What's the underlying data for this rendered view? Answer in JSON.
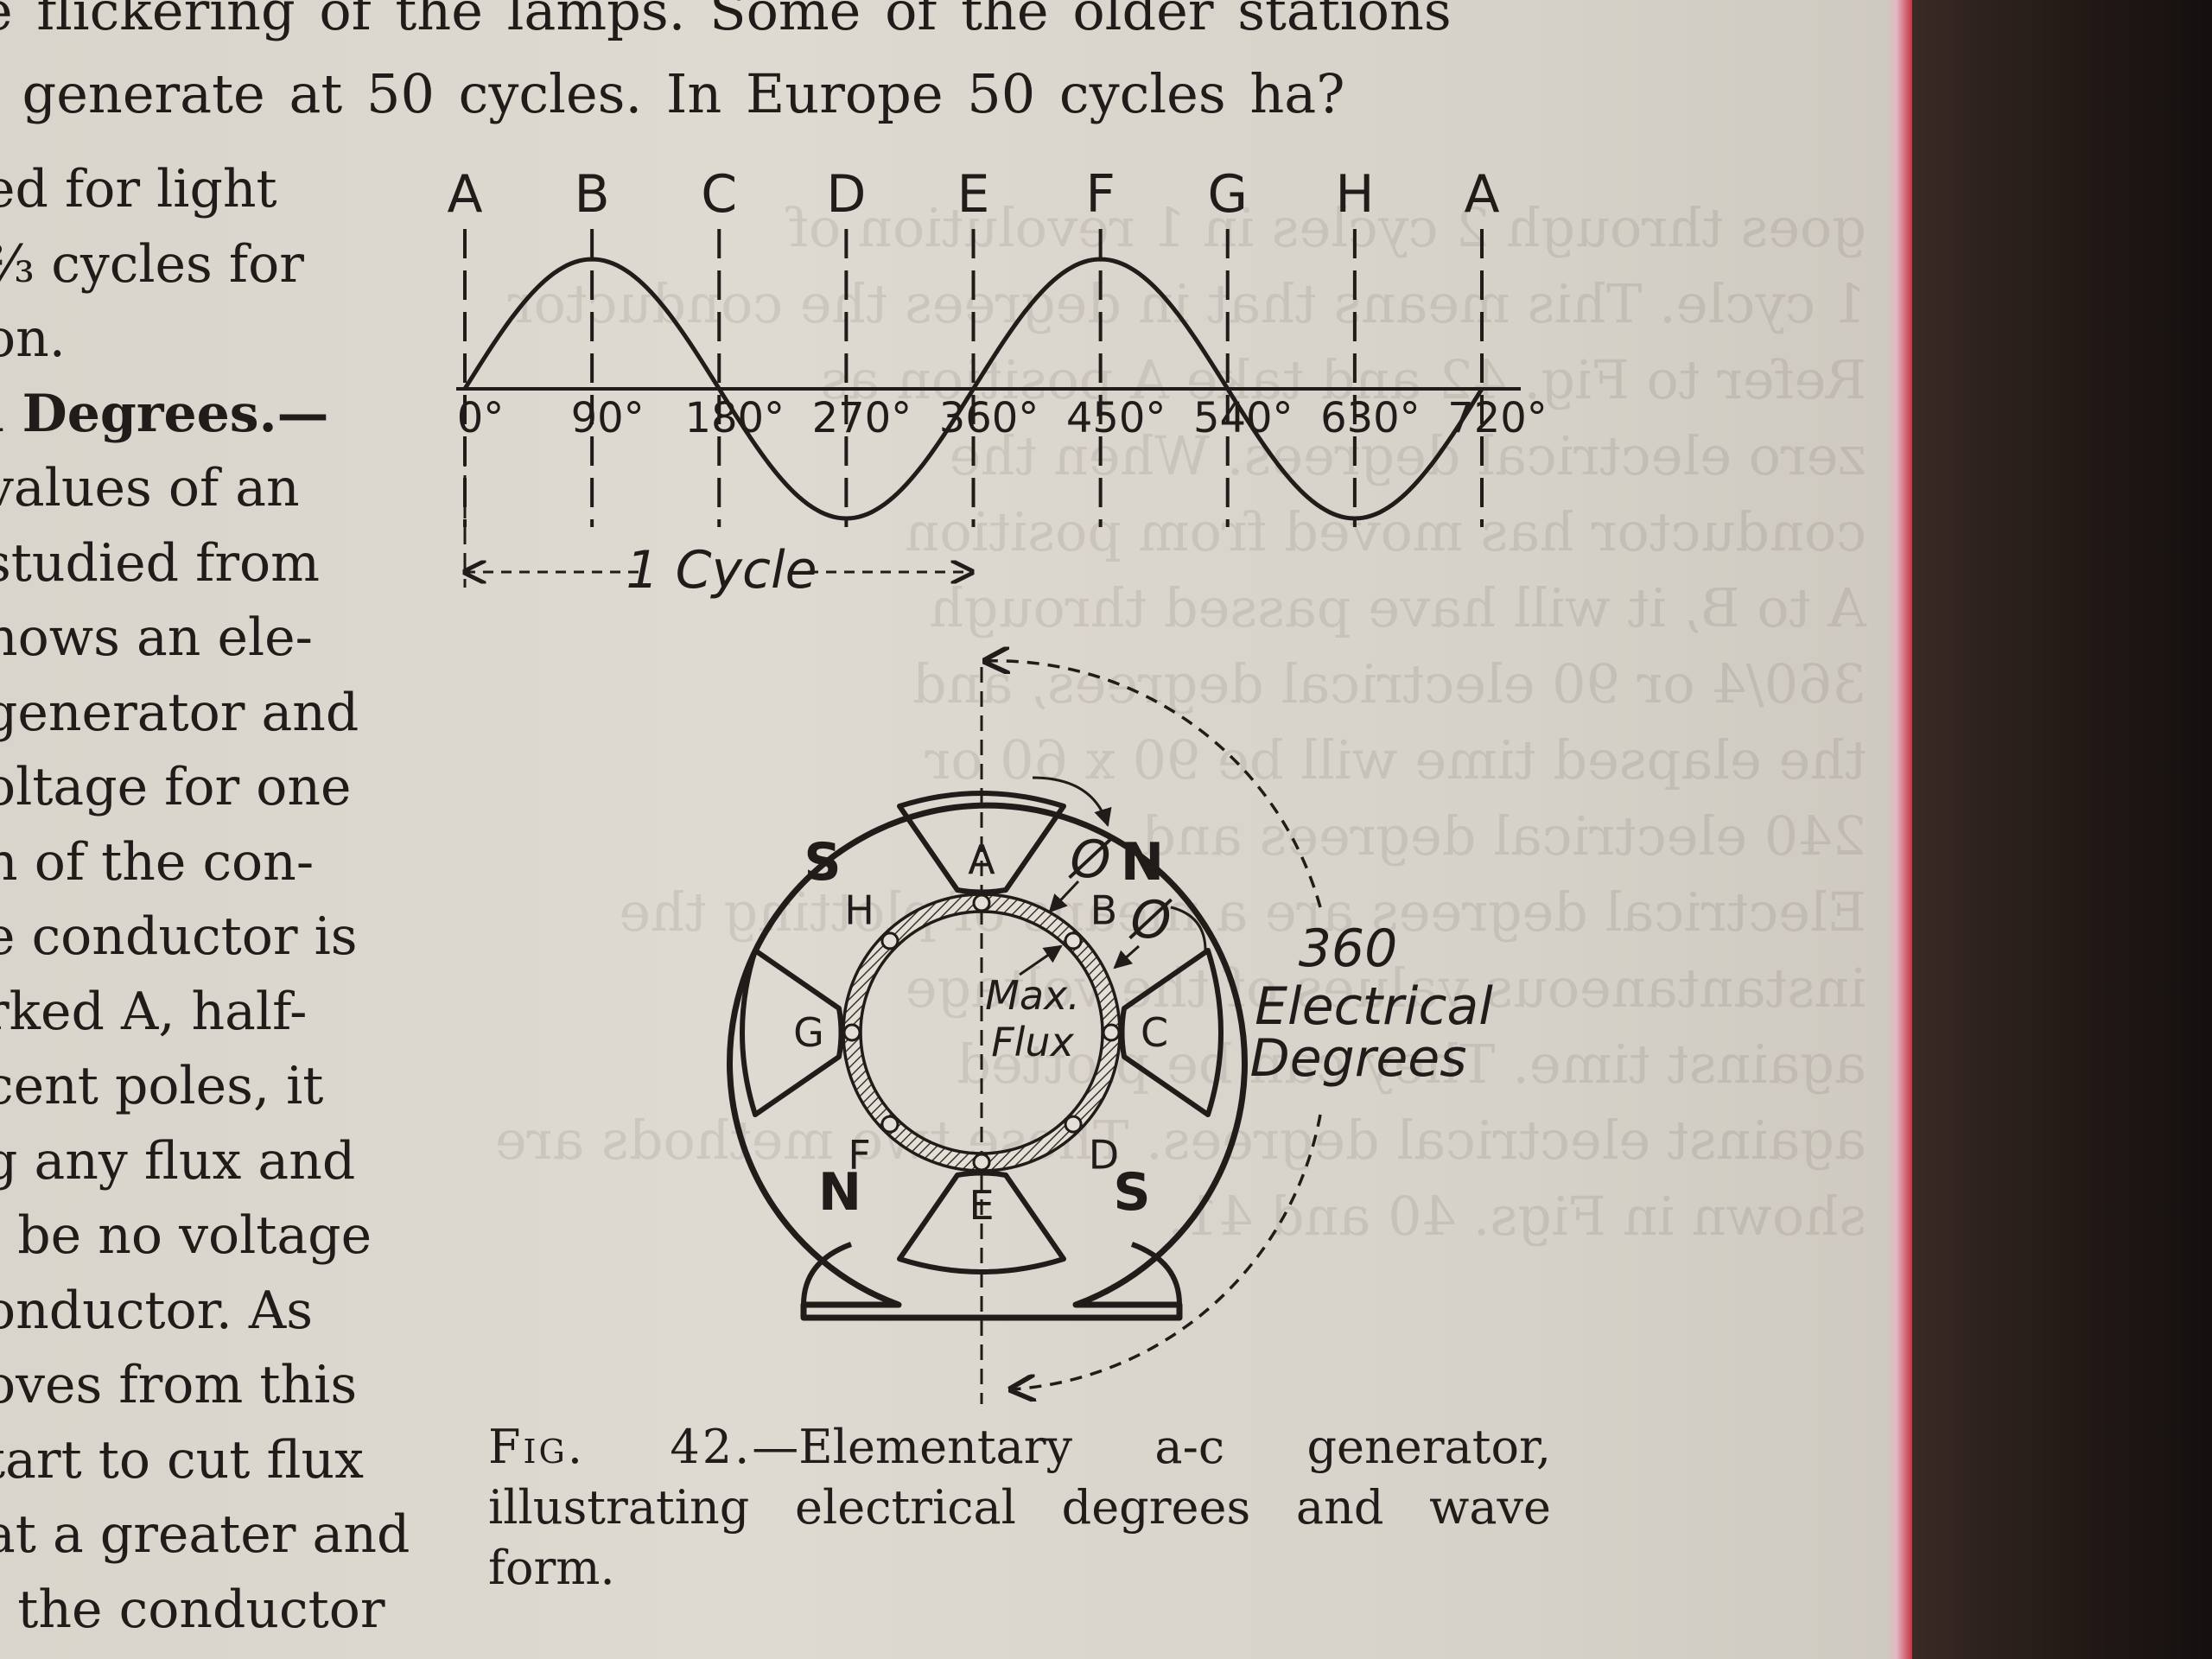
{
  "body_text": {
    "top_lines": [
      "e flickering of the lamps.    Some of the older stations",
      "l generate at 50 cycles.   In Europe 50 cycles ha?"
    ],
    "left_column": [
      "ed for light",
      "⅔ cycles for",
      "on.",
      "l Degrees.—",
      "values of an",
      "studied from",
      "nows an ele-",
      "generator and",
      "oltage for one",
      "n of the con-",
      "e conductor is",
      "rked A, half-",
      "cent poles, it",
      "g any flux and",
      "l be no voltage",
      "onductor.  As",
      "oves from this",
      "tart to cut flux",
      "at a greater and",
      "l the conductor"
    ]
  },
  "figure": {
    "wave": {
      "position_labels": [
        "A",
        "B",
        "C",
        "D",
        "E",
        "F",
        "G",
        "H",
        "A"
      ],
      "degree_labels": [
        "0°",
        "90°",
        "180°",
        "270°",
        "360°",
        "450°",
        "540°",
        "630°",
        "720°"
      ],
      "cycle_label": "1 Cycle",
      "cycles_shown": 2
    },
    "generator": {
      "conductor_labels": [
        "A",
        "B",
        "C",
        "D",
        "E",
        "F",
        "G",
        "H"
      ],
      "pole_labels": [
        "S",
        "N",
        "N",
        "S"
      ],
      "flux_symbol": "Ø",
      "center_label": [
        "Max.",
        "Flux"
      ],
      "rotation_label": [
        "360",
        "Electrical",
        "Degrees"
      ]
    }
  },
  "caption": {
    "figure_label": "Fig. 42.",
    "text": "—Elementary a-c generator, illustrating electrical degrees and wave form."
  },
  "ghost_text": [
    "goes through 2 cycles in 1 revolution of",
    "1 cycle. This means that in degrees the conductor",
    "Refer to Fig. 42 and take A position as",
    "zero electrical degrees. When the",
    "conductor has moved from position",
    "A to B, it will have passed through",
    "360/4 or 90 electrical degrees, and",
    "the elapsed time will be 90 x 60 or",
    "240 electrical degrees and",
    "Electrical degrees are a means of plotting the",
    "instantaneous values of the voltage",
    "against time. They can be plotted",
    "against electrical degrees. These two methods are",
    "shown in Figs. 40 and 41."
  ],
  "colors": {
    "paper": "#dcd8cf",
    "ink": "#1f1c19",
    "page_edge": "#c8323f",
    "background": "#1c1612"
  }
}
